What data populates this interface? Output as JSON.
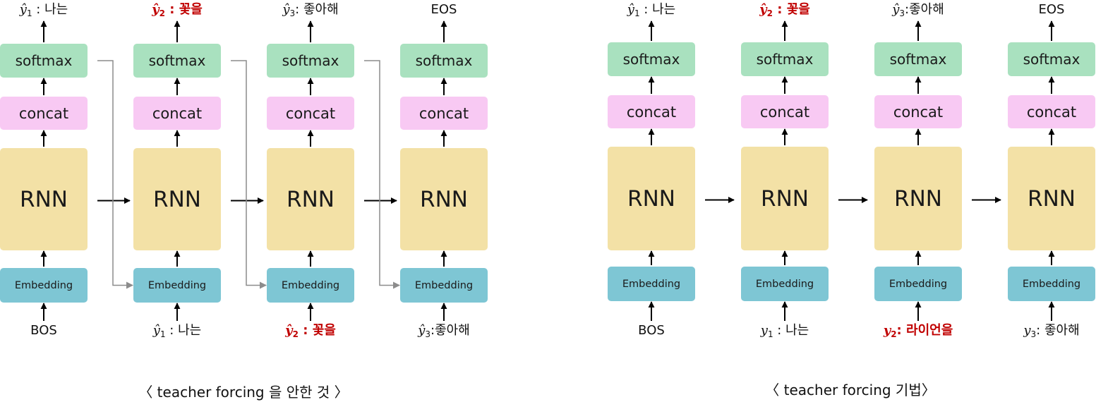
{
  "colors": {
    "softmax": "#a9e1bf",
    "concat": "#f8c9f3",
    "rnn": "#f3e1a6",
    "embedding": "#7ec6d4",
    "highlight": "#c00000",
    "feedback_arrow": "#8c8c8c"
  },
  "block": {
    "softmax": "softmax",
    "concat": "concat",
    "rnn": "RNN",
    "embedding": "Embedding"
  },
  "left_panel": {
    "caption": "〈 teacher forcing 을 안한 것 〉",
    "steps": [
      {
        "output": {
          "sym": "ŷ",
          "sub": "1",
          "sep": " : ",
          "word": "나는",
          "highlight": false
        },
        "input": {
          "plain": "BOS",
          "highlight": false
        }
      },
      {
        "output": {
          "sym": "ŷ",
          "sub": "2",
          "sep": " : ",
          "word": "꽃을",
          "highlight": true
        },
        "input": {
          "sym": "ŷ",
          "sub": "1",
          "sep": " : ",
          "word": "나는",
          "highlight": false
        }
      },
      {
        "output": {
          "sym": "ŷ",
          "sub": "3",
          "sep": ": ",
          "word": "좋아해",
          "highlight": false
        },
        "input": {
          "sym": "ŷ",
          "sub": "2",
          "sep": " : ",
          "word": "꽃을",
          "highlight": true
        }
      },
      {
        "output": {
          "plain": "EOS",
          "highlight": false
        },
        "input": {
          "sym": "ŷ",
          "sub": "3",
          "sep": ":",
          "word": "좋아해",
          "highlight": false
        }
      }
    ]
  },
  "right_panel": {
    "caption": "〈 teacher forcing 기법〉",
    "steps": [
      {
        "output": {
          "sym": "ŷ",
          "sub": "1",
          "sep": " : ",
          "word": "나는",
          "highlight": false
        },
        "input": {
          "plain": "BOS",
          "highlight": false
        }
      },
      {
        "output": {
          "sym": "ŷ",
          "sub": "2",
          "sep": " : ",
          "word": "꽃을",
          "highlight": true
        },
        "input": {
          "sym": "y",
          "sub": "1",
          "sep": " : ",
          "word": "나는",
          "highlight": false
        }
      },
      {
        "output": {
          "sym": "ŷ",
          "sub": "3",
          "sep": ":",
          "word": "좋아해",
          "highlight": false
        },
        "input": {
          "sym": "y",
          "sub": "2",
          "sep": ": ",
          "word": "라이언을",
          "highlight": true
        }
      },
      {
        "output": {
          "plain": "EOS",
          "highlight": false
        },
        "input": {
          "sym": "y",
          "sub": "3",
          "sep": ": ",
          "word": "좋아해",
          "highlight": false
        }
      }
    ]
  }
}
